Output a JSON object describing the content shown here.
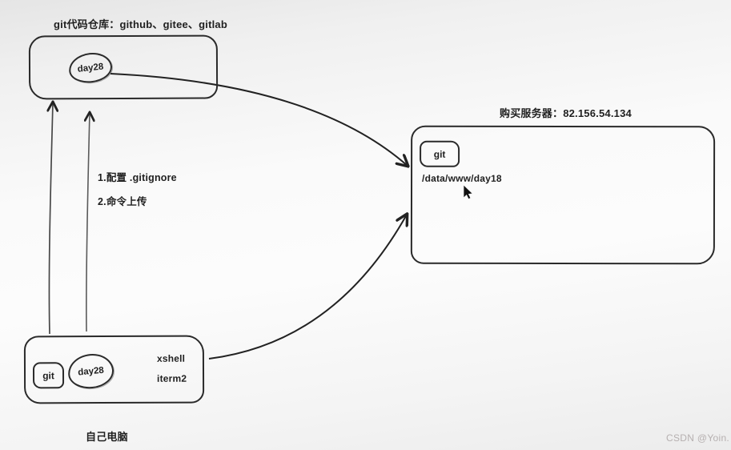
{
  "repo": {
    "title": "git代码仓库：github、gitee、gitlab",
    "node": "day28"
  },
  "server": {
    "title": "购买服务器：82.156.54.134",
    "git_label": "git",
    "path": "/data/www/day18"
  },
  "local": {
    "git_label": "git",
    "node": "day28",
    "tools": [
      "xshell",
      "iterm2"
    ],
    "caption": "自己电脑"
  },
  "steps": [
    "1.配置  .gitignore",
    "2.命令上传"
  ],
  "watermark": "CSDN @Yoin.",
  "colors": {
    "ink": "#2a2a2a",
    "watermark": "#b6b0b0"
  }
}
